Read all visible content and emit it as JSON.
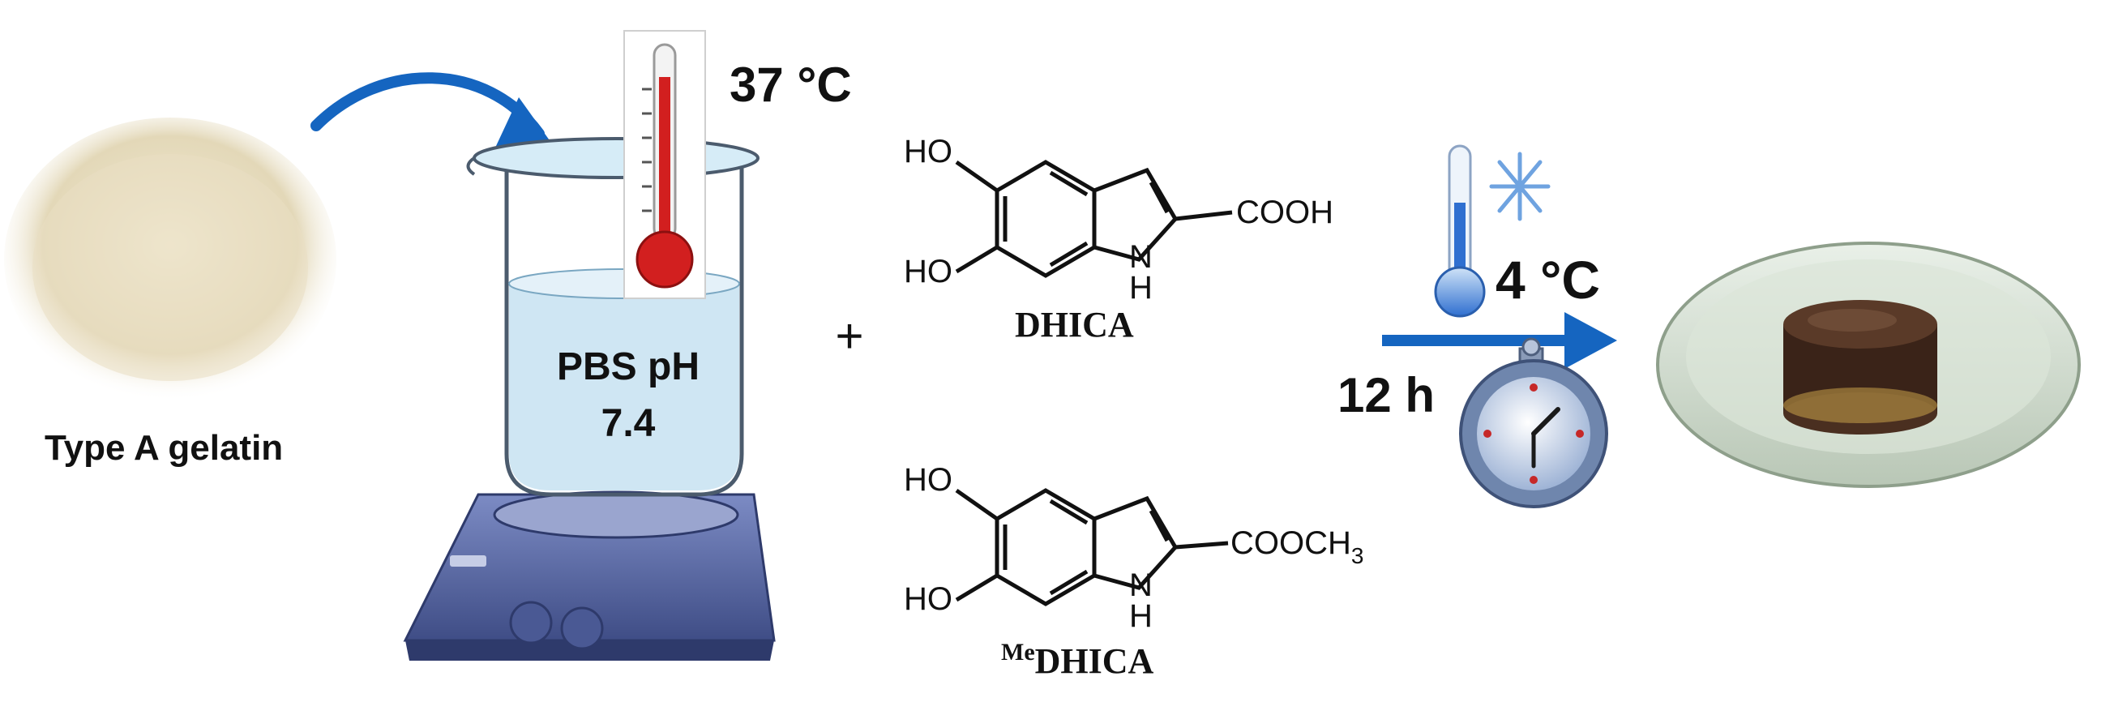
{
  "labels": {
    "gelatin": "Type A gelatin",
    "temperature_high": "37 °C",
    "buffer_line1": "PBS pH",
    "buffer_line2": "7.4",
    "plus": "+",
    "temperature_low": "4 °C",
    "duration": "12 h"
  },
  "molecules": [
    {
      "name": "DHICA",
      "substituents": {
        "hydroxyl_top": "HO",
        "hydroxyl_bottom": "HO",
        "amine": "N",
        "amine_h": "H",
        "acid_group": "COOH"
      }
    },
    {
      "name_superscript": "Me",
      "name": "DHICA",
      "substituents": {
        "hydroxyl_top": "HO",
        "hydroxyl_bottom": "HO",
        "amine": "N",
        "amine_h": "H",
        "ester_group": "COOCH",
        "ester_subscript": "3"
      }
    }
  ],
  "colors": {
    "arrow": "#1565c0",
    "thermometer_red": "#d21f1f",
    "thermometer_blue": "#2f6fd0",
    "stirrer_body": "#5a6aa6",
    "hydrogel": "#3a2318",
    "beaker_liquid": "#cfe6f3"
  },
  "icons": [
    "curved-arrow-icon",
    "beaker-icon",
    "hotplate-stirrer-icon",
    "thermometer-icon",
    "snowflake-icon",
    "stopwatch-icon",
    "reaction-arrow-icon",
    "petri-dish-icon"
  ]
}
